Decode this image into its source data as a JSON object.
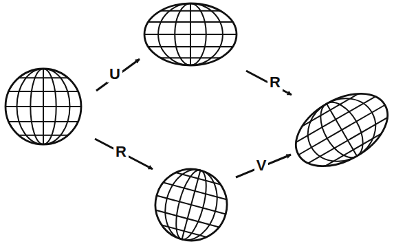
{
  "diagram": {
    "labels": [
      "U",
      "R",
      "R",
      "V"
    ]
  }
}
